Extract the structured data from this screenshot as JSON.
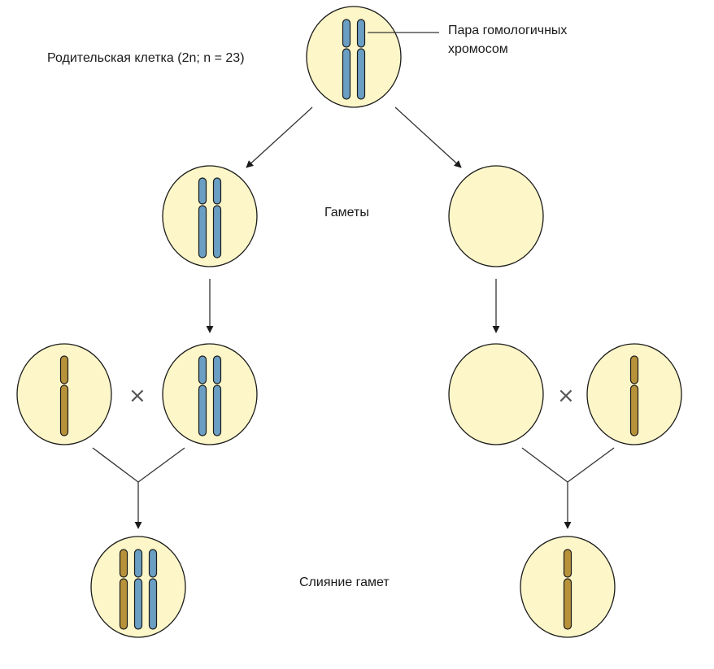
{
  "labels": {
    "parent_cell": "Родительская клетка (2n; n = 23)",
    "homologous_pair_line1": "Пара гомологичных",
    "homologous_pair_line2": "хромосом",
    "gametes": "Гаметы",
    "gamete_fusion": "Слияние гамет"
  },
  "symbols": {
    "cross": "×"
  },
  "colors": {
    "cell_fill": "#fcf6c8",
    "cell_stroke": "#1a1a1a",
    "chromosome_blue": "#6a9ec2",
    "chromosome_gold": "#b8923a",
    "line": "#333333"
  }
}
